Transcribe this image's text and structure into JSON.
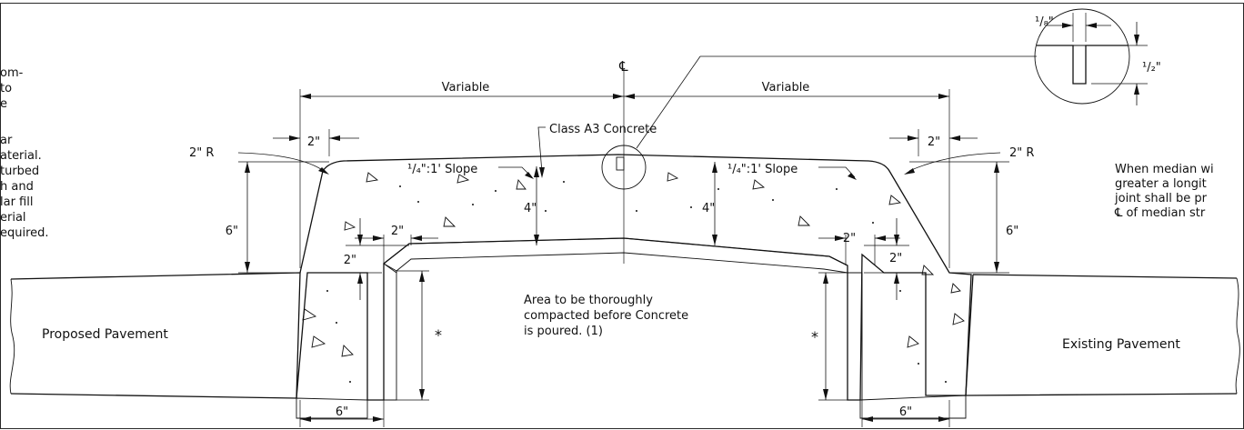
{
  "centerline_label": "℄",
  "dimensions": {
    "variable_left": "Variable",
    "variable_right": "Variable",
    "radius_left": "2\" R",
    "radius_right": "2\" R",
    "nose_top_left": "2\"",
    "nose_top_right": "2\"",
    "height_left": "6\"",
    "height_right": "6\"",
    "thick_left": "4\"",
    "thick_right": "4\"",
    "inner_top_left": "2\"",
    "inner_side_left": "2\"",
    "inner_top_right": "2\"",
    "inner_side_right": "2\"",
    "base_left": "6\"",
    "base_right": "6\"",
    "asterisk_left": "*",
    "asterisk_right": "*"
  },
  "labels": {
    "class_a3": "Class A3 Concrete",
    "slope_left": "¹/₄\":1' Slope",
    "slope_right": "¹/₄\":1' Slope",
    "proposed_pavement": "Proposed Pavement",
    "existing_pavement": "Existing Pavement",
    "compacted_note": [
      "Area to be thoroughly",
      "compacted before Concrete",
      "is poured. (1)"
    ]
  },
  "detail": {
    "joint_width": "¹/₈\"",
    "joint_depth": "¹/₂\""
  },
  "left_note": [
    "om-",
    " to",
    "e",
    "",
    "ar",
    "aterial.",
    "turbed",
    "h and",
    "lar fill",
    "erial",
    "equired."
  ],
  "right_note": [
    "When median wi",
    "greater a longit",
    "joint shall be pr",
    "℄ of median str"
  ]
}
